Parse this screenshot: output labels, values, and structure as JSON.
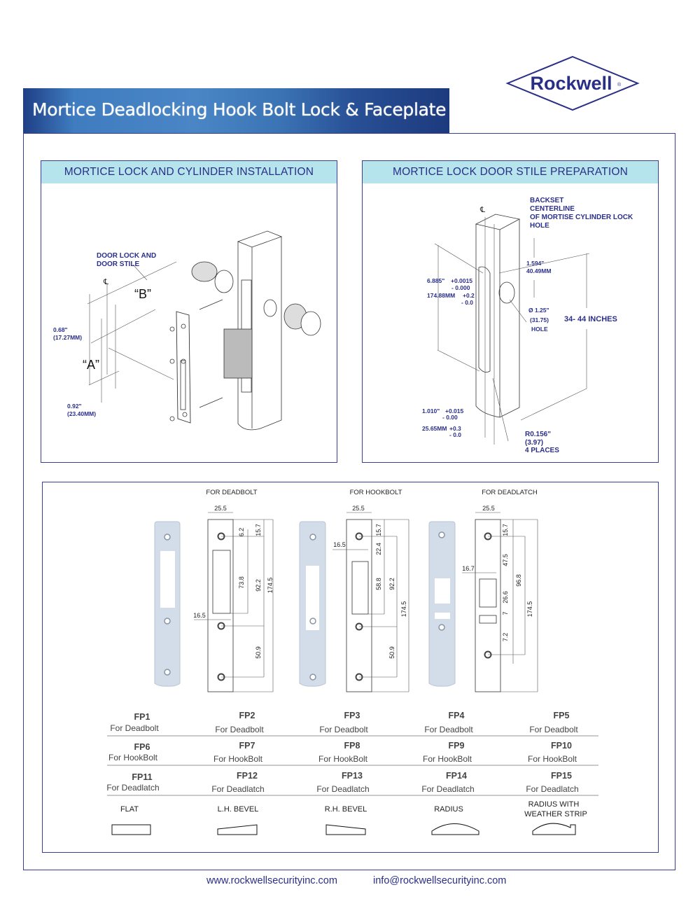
{
  "header": {
    "title": "Mortice Deadlocking Hook Bolt Lock & Faceplate"
  },
  "logo": {
    "text": "Rockwell",
    "registered": "®"
  },
  "panels": {
    "installation": {
      "title": "MORTICE LOCK AND CYLINDER INSTALLATION",
      "label_door_lock_line1": "DOOR LOCK AND",
      "label_door_lock_line2": "DOOR STILE",
      "centerline": "℄",
      "label_b": "“B”",
      "label_a": "“A”",
      "dim_top_in": "0.68\"",
      "dim_top_mm": "(17.27MM)",
      "dim_bottom_in": "0.92\"",
      "dim_bottom_mm": "(23.40MM)"
    },
    "preparation": {
      "title": "MORTICE LOCK DOOR STILE PREPARATION",
      "centerline": "℄",
      "backset_lines": [
        "BACKSET",
        "CENTERLINE",
        "OF MORTISE CYLINDER LOCK",
        "HOLE"
      ],
      "backset_in": "1.594\"",
      "backset_mm": "40.49MM",
      "height_in": "6.885\"",
      "height_tol_in_plus": "+0.0015",
      "height_tol_in_minus": "- 0.000",
      "height_mm": "174.88MM",
      "height_tol_mm_plus": "+0.2",
      "height_tol_mm_minus": "- 0.0",
      "hole_dia": "Ø 1.25\"",
      "hole_mm": "(31.75)",
      "hole_label": "HOLE",
      "stile_height": "34- 44 INCHES",
      "width_in": "1.010\"",
      "width_tol_in_plus": "+0.015",
      "width_tol_in_minus": "- 0.00",
      "width_mm": "25.65MM",
      "width_tol_mm_plus": "+0.3",
      "width_tol_mm_minus": "- 0.0",
      "radius_in": "R0.156\"",
      "radius_mm": "(3.97)",
      "radius_places": "4 PLACES"
    }
  },
  "faceplates": {
    "deadbolt": {
      "title": "FOR DEADBOLT",
      "width": "25.5",
      "d1": "6.2",
      "d2": "15.7",
      "d3": "73.8",
      "d4": "92.2",
      "d5": "174.5",
      "d6": "16.5",
      "d7": "50.9"
    },
    "hookbolt": {
      "title": "FOR HOOKBOLT",
      "width": "25.5",
      "d1": "15.7",
      "d2": "16.5",
      "d3": "22.4",
      "d4": "58.8",
      "d5": "92.2",
      "d6": "174.5",
      "d7": "50.9"
    },
    "deadlatch": {
      "title": "FOR DEADLATCH",
      "width": "25.5",
      "d1": "15.7",
      "d2": "16.7",
      "d3": "47.5",
      "d4": "96.8",
      "d5": "26.6",
      "d6": "7",
      "d7": "174.5",
      "d8": "7.2"
    }
  },
  "table": {
    "rows": [
      [
        {
          "code": "FP1",
          "use": "For Deadbolt"
        },
        {
          "code": "FP2",
          "use": "For Deadbolt"
        },
        {
          "code": "FP3",
          "use": "For Deadbolt"
        },
        {
          "code": "FP4",
          "use": "For Deadbolt"
        },
        {
          "code": "FP5",
          "use": "For Deadbolt"
        }
      ],
      [
        {
          "code": "FP6",
          "use": "For HookBolt"
        },
        {
          "code": "FP7",
          "use": "For HookBolt"
        },
        {
          "code": "FP8",
          "use": "For HookBolt"
        },
        {
          "code": "FP9",
          "use": "For HookBolt"
        },
        {
          "code": "FP10",
          "use": "For HookBolt"
        }
      ],
      [
        {
          "code": "FP11",
          "use": "For Deadlatch"
        },
        {
          "code": "FP12",
          "use": "For Deadlatch"
        },
        {
          "code": "FP13",
          "use": "For Deadlatch"
        },
        {
          "code": "FP14",
          "use": "For Deadlatch"
        },
        {
          "code": "FP15",
          "use": "For Deadlatch"
        }
      ]
    ],
    "profiles": [
      "FLAT",
      "L.H. BEVEL",
      "R.H. BEVEL",
      "RADIUS",
      "RADIUS WITH",
      "WEATHER STRIP"
    ]
  },
  "footer": {
    "website": "www.rockwellsecurityinc.com",
    "email": "info@rockwellsecurityinc.com"
  },
  "colors": {
    "brand": "#2a2f86",
    "panel_header": "#b6e4ec"
  }
}
